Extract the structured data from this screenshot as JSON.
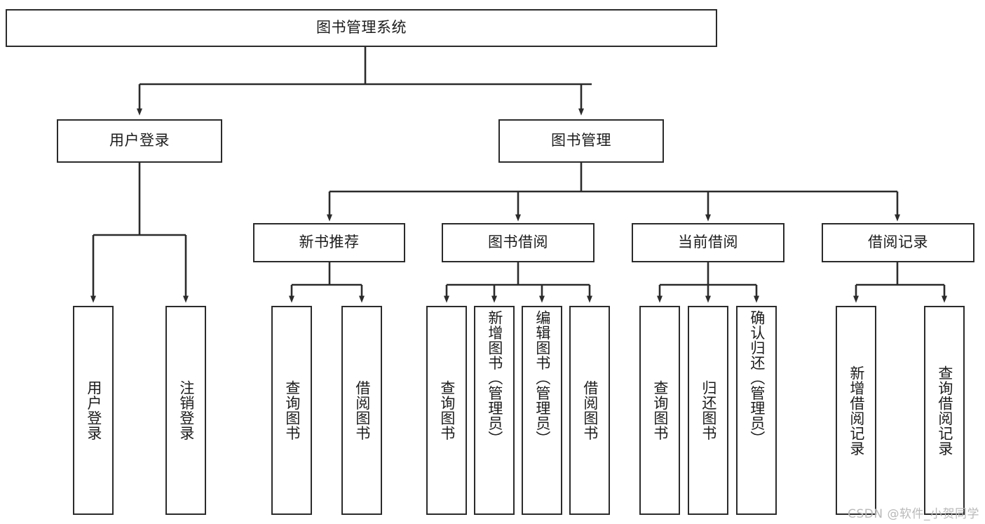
{
  "diagram": {
    "type": "tree-hierarchy-flowchart",
    "title": "图书管理系统",
    "watermark": "CSDN @软件_小贺同学",
    "colors": {
      "stroke": "#2b2b2b",
      "fill": "#ffffff",
      "text": "#1c1c1c",
      "watermark": "#b9b9b9"
    },
    "nodes": {
      "root": {
        "label": "图书管理系统"
      },
      "level2": [
        {
          "id": "user-login",
          "label": "用户登录"
        },
        {
          "id": "book-manage",
          "label": "图书管理"
        }
      ],
      "level3": [
        {
          "id": "new-book-recommend",
          "label": "新书推荐"
        },
        {
          "id": "book-borrow",
          "label": "图书借阅"
        },
        {
          "id": "current-borrow",
          "label": "当前借阅"
        },
        {
          "id": "borrow-record",
          "label": "借阅记录"
        }
      ],
      "leaves": {
        "user-login": [
          {
            "id": "leaf-user-login",
            "label": "用户登录"
          },
          {
            "id": "leaf-logout",
            "label": "注销登录"
          }
        ],
        "new-book-recommend": [
          {
            "id": "leaf-query-book-1",
            "label": "查询图书"
          },
          {
            "id": "leaf-borrow-book-1",
            "label": "借阅图书"
          }
        ],
        "book-borrow": [
          {
            "id": "leaf-query-book-2",
            "label": "查询图书"
          },
          {
            "id": "leaf-add-book",
            "label": "新增图书（管理员）"
          },
          {
            "id": "leaf-edit-book",
            "label": "编辑图书（管理员）"
          },
          {
            "id": "leaf-borrow-book-2",
            "label": "借阅图书"
          }
        ],
        "current-borrow": [
          {
            "id": "leaf-query-book-3",
            "label": "查询图书"
          },
          {
            "id": "leaf-return-book",
            "label": "归还图书"
          },
          {
            "id": "leaf-confirm-return",
            "label": "确认归还（管理员）"
          }
        ],
        "borrow-record": [
          {
            "id": "leaf-add-record",
            "label": "新增借阅记录"
          },
          {
            "id": "leaf-query-record",
            "label": "查询借阅记录"
          }
        ]
      }
    }
  }
}
